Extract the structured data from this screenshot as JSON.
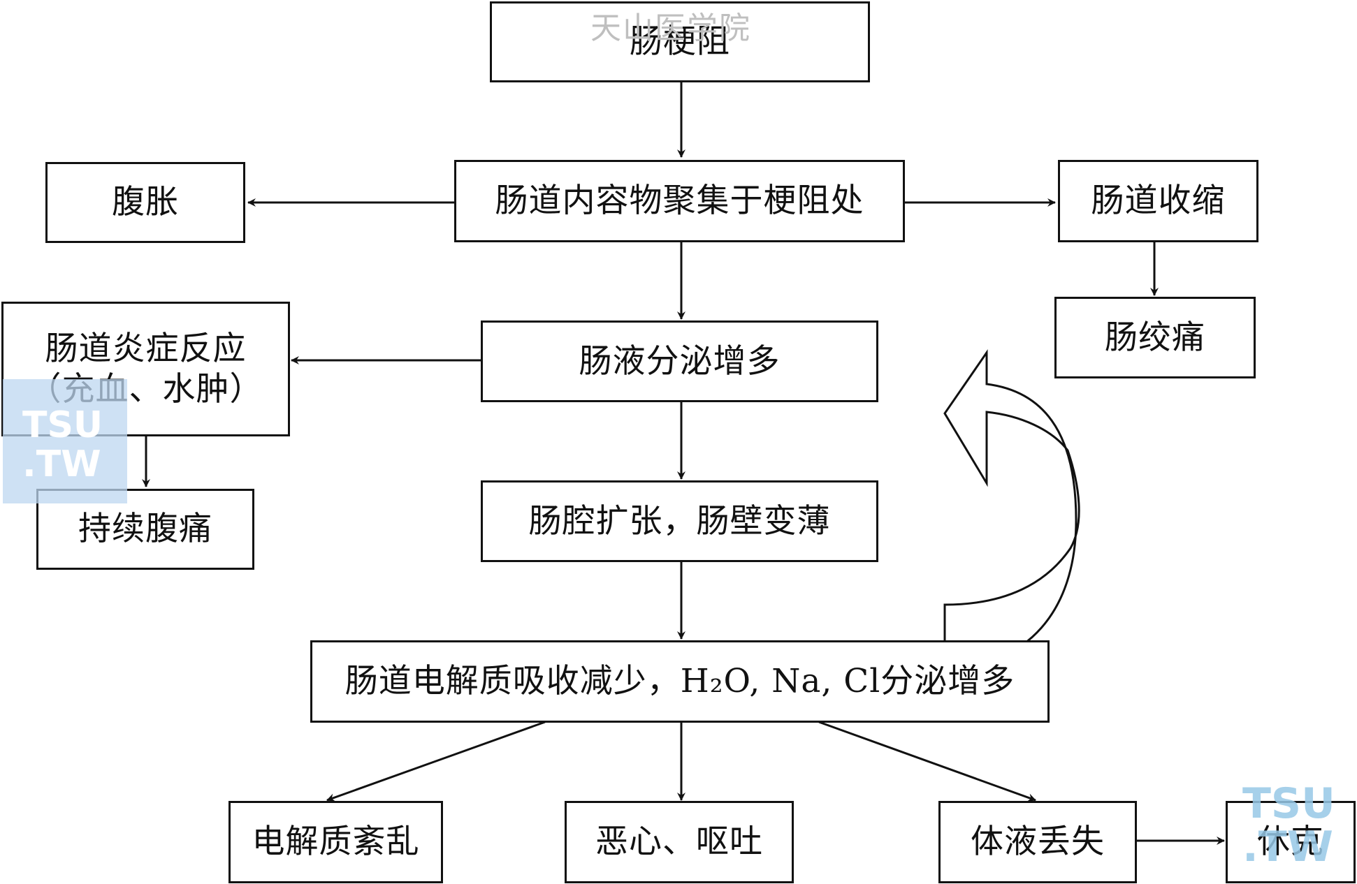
{
  "nodes": {
    "obstruction": "肠梗阻",
    "accumulation": "肠道内容物聚集于梗阻处",
    "distension": "腹胀",
    "contraction": "肠道收缩",
    "colic": "肠绞痛",
    "inflammation_line1": "肠道炎症反应",
    "inflammation_line2": "（充血、水肿）",
    "persistent_pain": "持续腹痛",
    "secretion": "肠液分泌增多",
    "dilation": "肠腔扩张，肠壁变薄",
    "electrolyte": "肠道电解质吸收减少，H₂O, Na, Cl分泌增多",
    "disorder": "电解质紊乱",
    "nausea": "恶心、呕吐",
    "fluid_loss": "体液丢失",
    "shock": "休克"
  },
  "watermarks": {
    "top_text": "天山医学院",
    "logo_line1": "TSU",
    "logo_line2": ".TW"
  },
  "colors": {
    "line": "#111111",
    "watermark_block": "#bed7f0"
  }
}
